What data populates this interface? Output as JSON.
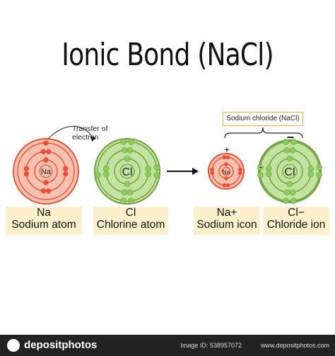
{
  "title": "Ionic Bond (NaCl)",
  "transfer_label": "Transfer of electron",
  "compound_label": "Sodium chloride (NaCl)",
  "atoms": {
    "na_symbol": "Na",
    "cl_symbol": "Cl",
    "na_ion_symbol": "Na",
    "cl_ion_symbol": "Cl",
    "na_ion_charge": "+",
    "cl_ion_charge_left": "-",
    "cl_ion_charge_top": "–"
  },
  "captions": {
    "na_atom": {
      "line1": "Na",
      "line2": "Sodium atom"
    },
    "cl_atom": {
      "line1": "Cl",
      "line2": "Chlorine atom"
    },
    "na_ion": {
      "line1": "Na+",
      "line2": "Sodium icon"
    },
    "cl_ion": {
      "line1": "Cl−",
      "line2": "Chloride ion"
    }
  },
  "footer": {
    "brand": "depositphotos",
    "image_id": "Image ID: 538957072",
    "url": "www.depositphotos.com"
  },
  "colors": {
    "sodium_fill": "#f8c0ae",
    "sodium_stroke": "#e2553a",
    "chlorine_fill": "#c3e3a0",
    "chlorine_stroke": "#6f9e3c",
    "electron_na": "#e8503a",
    "electron_cl": "#8ccb5c",
    "caption_bg": "#fdf1cd"
  }
}
